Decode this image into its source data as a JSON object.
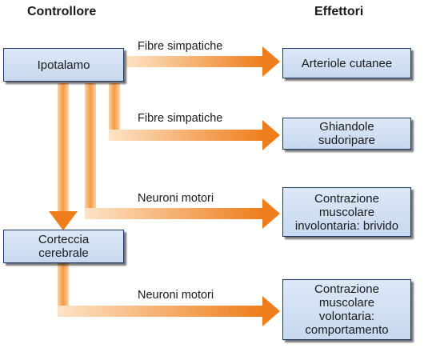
{
  "headers": {
    "controller": "Controllore",
    "effectors": "Effettori"
  },
  "controllers": {
    "hypothalamus": "Ipotalamo",
    "cortex": "Corteccia\ncerebrale"
  },
  "effectors": {
    "skin_arterioles": "Arteriole cutanee",
    "sweat_glands": "Ghiandole\nsudoripare",
    "shivering": "Contrazione\nmuscolare\ninvolontaria: brivido",
    "behavior": "Contrazione\nmuscolare\nvolontaria:\ncomportamento"
  },
  "pathways": {
    "sympathetic_1": "Fibre simpatiche",
    "sympathetic_2": "Fibre simpatiche",
    "motor_1": "Neuroni motori",
    "motor_2": "Neuroni motori"
  },
  "colors": {
    "box_border": "#1f3b66",
    "box_fill": "#d3e1f3",
    "arrow_dark": "#ee7d1c",
    "arrow_light": "#fbd3a6"
  }
}
